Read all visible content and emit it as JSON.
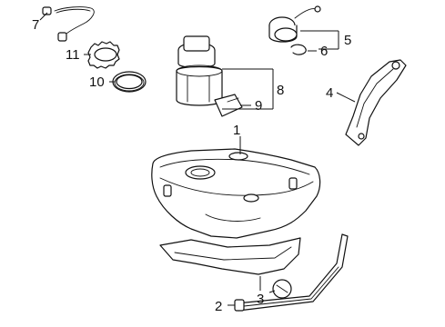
{
  "callouts": [
    {
      "key": "c1",
      "text": "1"
    },
    {
      "key": "c2",
      "text": "2"
    },
    {
      "key": "c3",
      "text": "3"
    },
    {
      "key": "c4",
      "text": "4"
    },
    {
      "key": "c5",
      "text": "5"
    },
    {
      "key": "c6",
      "text": "6"
    },
    {
      "key": "c7",
      "text": "7"
    },
    {
      "key": "c8",
      "text": "8"
    },
    {
      "key": "c9",
      "text": "9"
    },
    {
      "key": "c10",
      "text": "10"
    },
    {
      "key": "c11",
      "text": "11"
    }
  ],
  "colors": {
    "line": "#111111",
    "background": "#ffffff",
    "shade": "#d9d9d9"
  }
}
